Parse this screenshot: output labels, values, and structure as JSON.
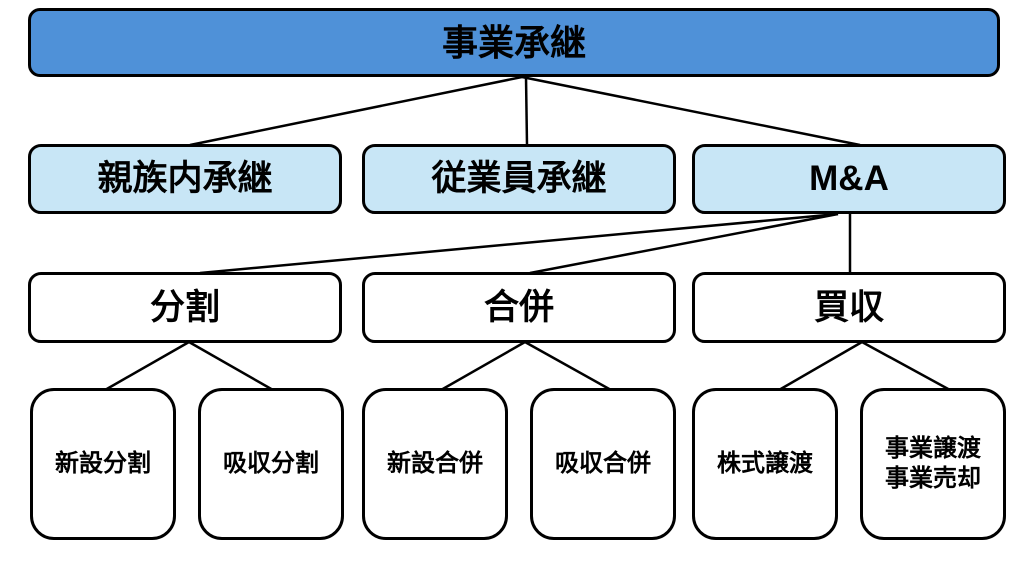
{
  "diagram_title": "事業承継",
  "colors": {
    "root_fill": "#4f91d8",
    "branch_fill": "#c8e6f6",
    "box_border": "#000000",
    "line_color": "#000000"
  },
  "nodes": {
    "root": {
      "label": "事業承継"
    },
    "level2": [
      {
        "label": "親族内承継"
      },
      {
        "label": "従業員承継"
      },
      {
        "label": "M&A"
      }
    ],
    "level3": [
      {
        "label": "分割"
      },
      {
        "label": "合併"
      },
      {
        "label": "買収"
      }
    ],
    "level4": [
      {
        "label": "新設分割"
      },
      {
        "label": "吸収分割"
      },
      {
        "label": "新設合併"
      },
      {
        "label": "吸収合併"
      },
      {
        "label": "株式譲渡"
      },
      {
        "label": "事業譲渡\n事業売却"
      }
    ]
  },
  "edges": [
    {
      "from": "事業承継",
      "to": "親族内承継"
    },
    {
      "from": "事業承継",
      "to": "従業員承継"
    },
    {
      "from": "事業承継",
      "to": "M&A"
    },
    {
      "from": "M&A",
      "to": "分割"
    },
    {
      "from": "M&A",
      "to": "合併"
    },
    {
      "from": "M&A",
      "to": "買収"
    },
    {
      "from": "分割",
      "to": "新設分割"
    },
    {
      "from": "分割",
      "to": "吸収分割"
    },
    {
      "from": "合併",
      "to": "新設合併"
    },
    {
      "from": "合併",
      "to": "吸収合併"
    },
    {
      "from": "買収",
      "to": "株式譲渡"
    },
    {
      "from": "買収",
      "to": "事業譲渡\n事業売却"
    }
  ]
}
